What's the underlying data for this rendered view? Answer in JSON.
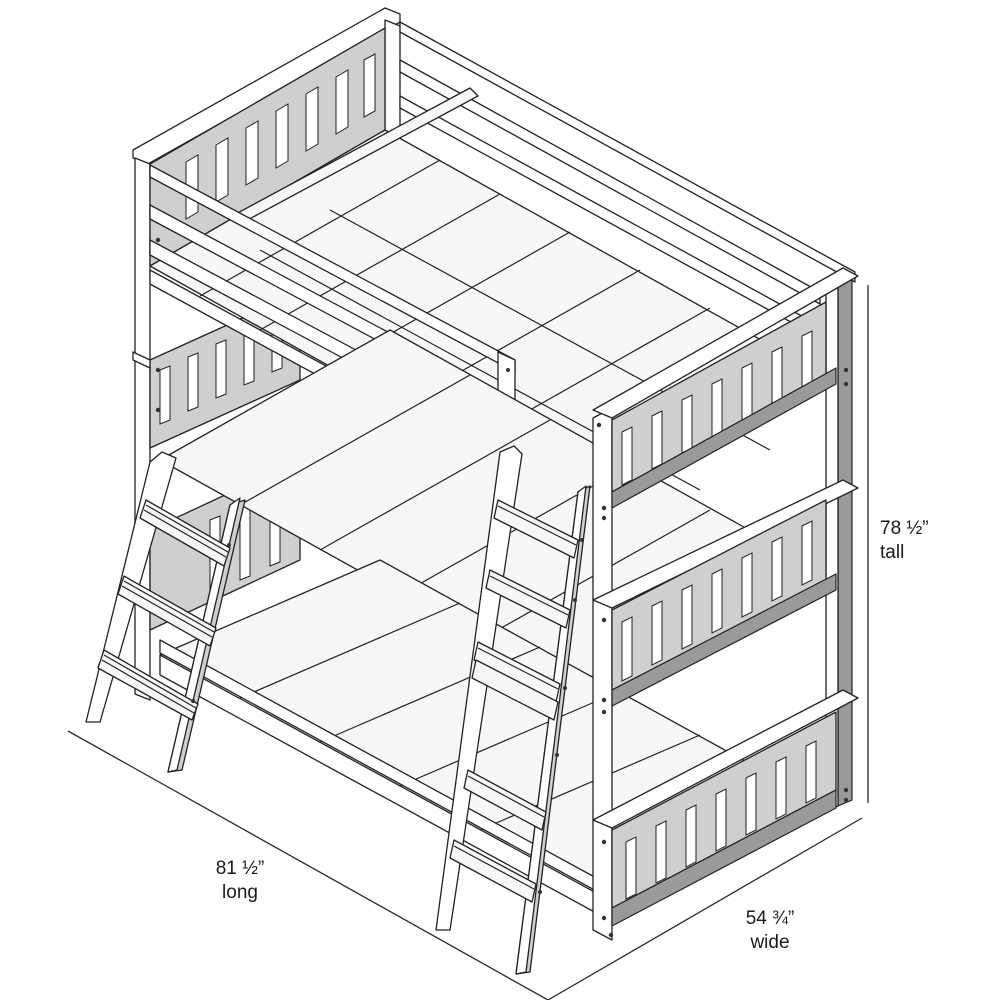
{
  "figure": {
    "subject": "Triple bunk bed with two angled ladders",
    "dimensions": {
      "height": {
        "value": "78 ½”",
        "unit_label": "tall"
      },
      "length": {
        "value": "81 ½”",
        "unit_label": "long"
      },
      "width": {
        "value": "54 ¾”",
        "unit_label": "wide"
      }
    },
    "colors": {
      "background": "#ffffff",
      "line": "#222222",
      "panel_light": "#f7f7f7",
      "panel_shade": "#cfcfcf",
      "panel_dark": "#9a9a9a"
    }
  }
}
